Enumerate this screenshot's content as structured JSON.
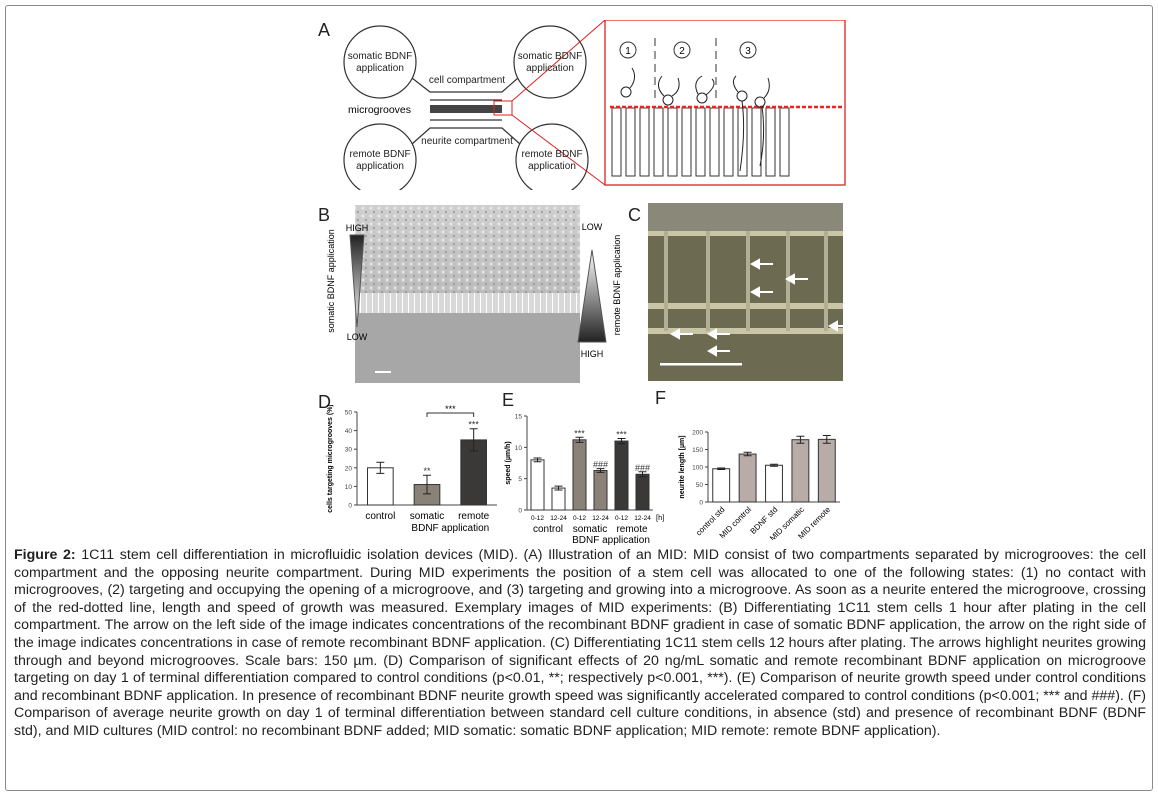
{
  "panels": {
    "a": "A",
    "b": "B",
    "c": "C",
    "d": "D",
    "e": "E",
    "f": "F"
  },
  "panel_a": {
    "somatic_tl": [
      "somatic BDNF",
      "application"
    ],
    "somatic_tr": [
      "somatic BDNF",
      "application"
    ],
    "remote_bl": [
      "remote BDNF",
      "application"
    ],
    "remote_br": [
      "remote BDNF",
      "application"
    ],
    "cell_compartment": "cell compartment",
    "microgrooves": "microgrooves",
    "neurite_compartment": "neurite compartment",
    "states": [
      "1",
      "2",
      "3"
    ]
  },
  "panel_b": {
    "high": "HIGH",
    "low": "LOW",
    "left_axis": "somatic BDNF application",
    "right_low": "LOW",
    "right_high": "HIGH",
    "right_axis": "remote BDNF application"
  },
  "chart_data": [
    {
      "type": "bar",
      "id": "D",
      "ylabel": "cells targeting microgrooves (%)",
      "ylim": [
        0,
        50
      ],
      "yticks": [
        0,
        10,
        20,
        30,
        40,
        50
      ],
      "categories": [
        "control",
        "somatic",
        "remote"
      ],
      "values": [
        20,
        11,
        35
      ],
      "errors": [
        3,
        5,
        6
      ],
      "colors": [
        "#ffffff",
        "#8a8177",
        "#3a3937"
      ],
      "annotations": [
        "",
        "**",
        "***"
      ],
      "bracket": "***",
      "group_label": "BDNF application"
    },
    {
      "type": "bar",
      "id": "E",
      "ylabel": "speed (µm/h)",
      "ylim": [
        0,
        15
      ],
      "yticks": [
        0,
        5,
        10,
        15
      ],
      "categories": [
        "0-12",
        "12-24",
        "0-12",
        "12-24",
        "0-12",
        "12-24"
      ],
      "values": [
        8,
        3.5,
        11.2,
        6.3,
        11,
        5.7
      ],
      "errors": [
        0.3,
        0.3,
        0.4,
        0.3,
        0.4,
        0.4
      ],
      "colors": [
        "#ffffff",
        "#ffffff",
        "#8a8177",
        "#8a8177",
        "#3a3937",
        "#3a3937"
      ],
      "annotations": [
        "",
        "",
        "***",
        "###",
        "***",
        "###"
      ],
      "unit": "[h]",
      "groups": [
        "control",
        "somatic",
        "remote"
      ],
      "group_label": "BDNF application"
    },
    {
      "type": "bar",
      "id": "F",
      "ylabel": "neurite length [µm]",
      "ylim": [
        0,
        200
      ],
      "yticks": [
        0,
        50,
        100,
        150,
        200
      ],
      "categories": [
        "control std",
        "MID control",
        "BDNF std",
        "MID somatic",
        "MID remote"
      ],
      "values": [
        95,
        137,
        105,
        178,
        179
      ],
      "errors": [
        2,
        5,
        3,
        10,
        11
      ],
      "colors": [
        "#ffffff",
        "#b8aca8",
        "#ffffff",
        "#b8aca8",
        "#b8aca8"
      ]
    }
  ],
  "caption": {
    "label": "Figure 2:",
    "text": " 1C11 stem cell differentiation in microfluidic isolation devices (MID). (A) Illustration of an MID: MID consist of two compartments separated by microgrooves: the cell compartment and the opposing neurite compartment. During MID experiments the position of a stem cell was allocated to one of the following states: (1) no contact with microgrooves, (2) targeting and occupying the opening of a microgroove, and (3) targeting and growing into a microgroove. As soon as a neurite entered the microgroove, crossing of the red-dotted line, length and speed of growth was measured. Exemplary images of MID experiments: (B) Differentiating 1C11 stem cells 1 hour after plating in the cell compartment. The arrow on the left side of the image indicates concentrations of the recombinant BDNF gradient in case of somatic BDNF application, the arrow on the right side of the image indicates concentrations in case of remote recombinant BDNF application. (C) Differentiating 1C11 stem cells 12 hours after plating. The arrows highlight neurites growing through and beyond microgrooves. Scale bars: 150 µm. (D) Comparison of significant effects of 20 ng/mL somatic and remote recombinant BDNF application on microgroove targeting on day 1 of terminal differentiation compared to control conditions (p<0.01, **; respectively p<0.001, ***). (E) Comparison of neurite growth speed under control conditions and recombinant BDNF application. In presence of recombinant BDNF neurite growth speed was significantly accelerated compared to control conditions (p<0.001; *** and ###). (F) Comparison of average neurite growth on day 1 of terminal differentiation between standard cell culture conditions, in absence (std) and presence of recombinant BDNF (BDNF std), and MID cultures (MID control: no recombinant BDNF added; MID somatic: somatic BDNF application; MID remote: remote BDNF application)."
  }
}
